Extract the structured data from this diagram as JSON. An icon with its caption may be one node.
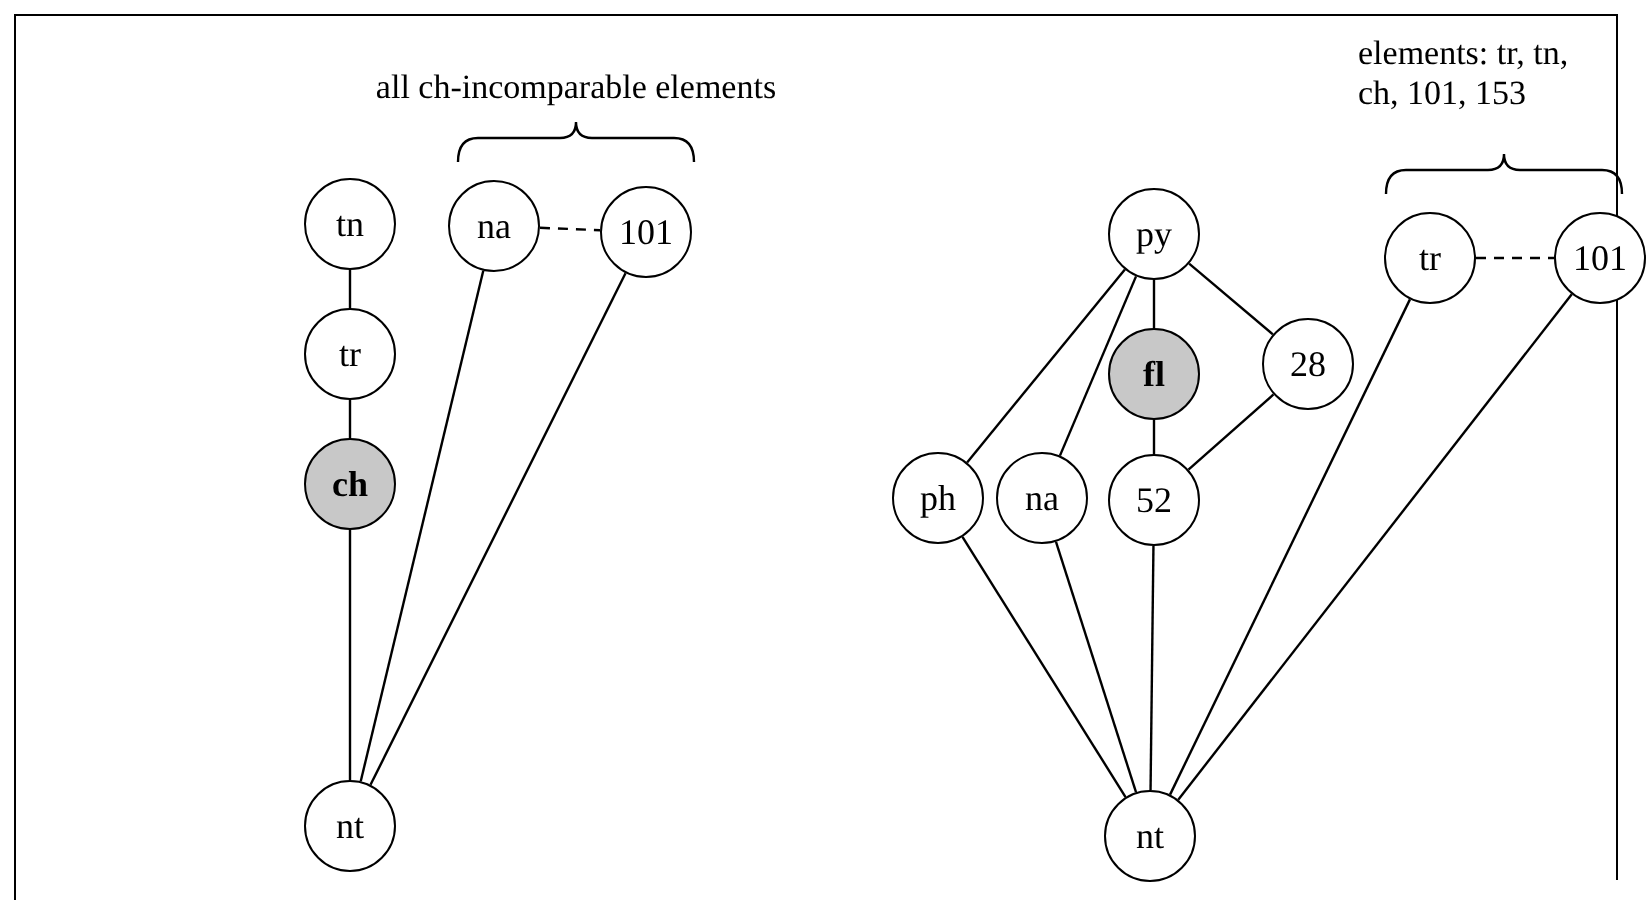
{
  "diagram": {
    "nodes": [
      {
        "text": [
          "tn"
        ]
      },
      {
        "text": [
          "tr"
        ]
      },
      {
        "text": [
          "ch"
        ]
      },
      {
        "text": [
          "na"
        ]
      },
      {
        "text": [
          "101"
        ]
      },
      {
        "text": [
          "nt"
        ]
      },
      {
        "text": [
          "py"
        ]
      },
      {
        "text": [
          "fl"
        ]
      },
      {
        "text": [
          "28"
        ]
      },
      {
        "text": [
          "ph"
        ]
      },
      {
        "text": [
          "na"
        ]
      },
      {
        "text": [
          "52"
        ]
      },
      {
        "text": [
          "tr"
        ]
      },
      {
        "text": [
          "101"
        ]
      },
      {
        "text": [
          "nt"
        ]
      }
    ],
    "edges": [
      {
        "from": 0,
        "to": 1,
        "arrow": "none"
      },
      {
        "from": 1,
        "to": 2,
        "arrow": "none"
      },
      {
        "from": 2,
        "to": 5,
        "arrow": "none"
      },
      {
        "from": 3,
        "to": 5,
        "arrow": "none"
      },
      {
        "from": 4,
        "to": 5,
        "arrow": "none"
      },
      {
        "from": 3,
        "to": 4,
        "arrow": "none",
        "style": "dashed"
      },
      {
        "from": 6,
        "to": 7,
        "arrow": "none"
      },
      {
        "from": 7,
        "to": 11,
        "arrow": "none"
      },
      {
        "from": 6,
        "to": 8,
        "arrow": "none"
      },
      {
        "from": 8,
        "to": 11,
        "arrow": "none"
      },
      {
        "from": 6,
        "to": 9,
        "arrow": "none"
      },
      {
        "from": 6,
        "to": 10,
        "arrow": "none"
      },
      {
        "from": 9,
        "to": 14,
        "arrow": "none"
      },
      {
        "from": 10,
        "to": 14,
        "arrow": "none"
      },
      {
        "from": 11,
        "to": 14,
        "arrow": "none"
      },
      {
        "from": 12,
        "to": 14,
        "arrow": "none"
      },
      {
        "from": 13,
        "to": 14,
        "arrow": "none"
      },
      {
        "from": 12,
        "to": 13,
        "arrow": "none",
        "style": "dashed"
      }
    ],
    "labels": [
      "all ch-incomparable elements",
      "elements: tr, tn, ch, 101, 153"
    ]
  }
}
